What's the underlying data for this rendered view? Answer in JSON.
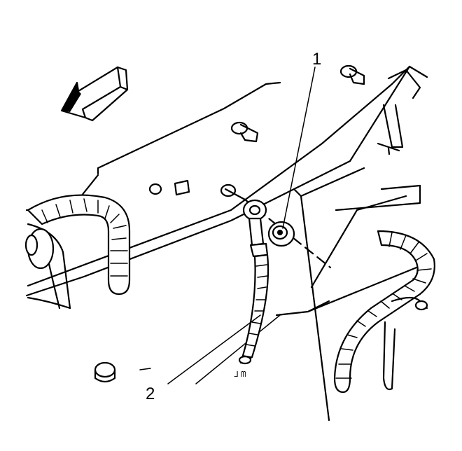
{
  "diagram": {
    "callouts": [
      {
        "label": "1",
        "part": "nut"
      },
      {
        "label": "2",
        "part": "ground-cable"
      }
    ],
    "code_mark": "ᒧ ᗰ",
    "colors": {
      "line": "#000000",
      "background": "#ffffff"
    },
    "icons": [
      "direction-arrow-icon",
      "nut-icon",
      "stud-icon",
      "cable-terminal-icon"
    ]
  }
}
